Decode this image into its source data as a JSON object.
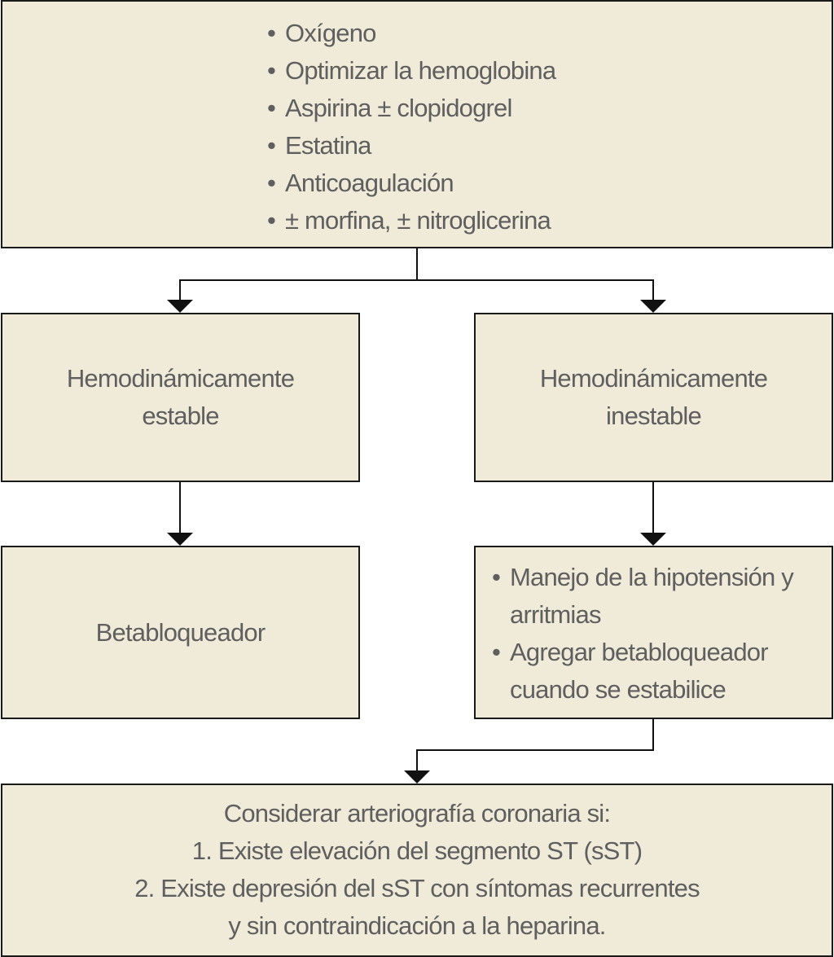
{
  "diagram": {
    "top_box": {
      "items": [
        "Oxígeno",
        "Optimizar la hemoglobina",
        "Aspirina ± clopidogrel",
        "Estatina",
        "Anticoagulación",
        "± morfina, ± nitroglicerina"
      ]
    },
    "stable_box": {
      "line1": "Hemodinámicamente",
      "line2": "estable"
    },
    "unstable_box": {
      "line1": "Hemodinámicamente",
      "line2": "inestable"
    },
    "beta_box": {
      "label": "Betabloqueador"
    },
    "manage_box": {
      "items": [
        {
          "line1": "Manejo de la hipotensión y",
          "line2": "arritmias"
        },
        {
          "line1": "Agregar betabloqueador",
          "line2": "cuando se estabilice"
        }
      ]
    },
    "bottom_box": {
      "lines": [
        "Considerar arteriografía coronaria si:",
        "1. Existe elevación del segmento ST (sST)",
        "2. Existe depresión del sST con síntomas recurrentes",
        "y sin contraindicación a la heparina."
      ]
    },
    "bullet": "•"
  }
}
